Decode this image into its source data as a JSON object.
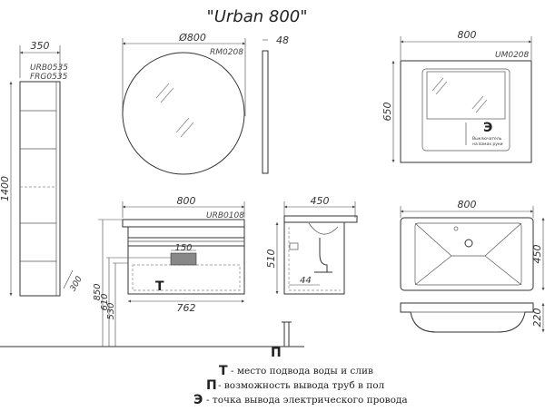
{
  "title": "\"Urban 800\"",
  "column": {
    "width": "350",
    "codes": [
      "URB0535",
      "FRG0535"
    ],
    "height": "1400",
    "depth": "300"
  },
  "round_mirror": {
    "diameter": "Ø800",
    "code": "RM0208",
    "thickness": "48"
  },
  "led_mirror": {
    "width": "800",
    "code": "UM0208",
    "height": "650",
    "switch_text": [
      "Выключатель",
      "на взмах руки"
    ]
  },
  "vanity": {
    "width": "800",
    "code": "URB0108",
    "inner_width": "762",
    "drawer_label": "150",
    "heights": [
      "850",
      "610",
      "530"
    ],
    "marker": "Т"
  },
  "side_view": {
    "depth": "450",
    "height": "510",
    "pipe_offset": "44"
  },
  "basin": {
    "width": "800",
    "depth": "450",
    "height": "220"
  },
  "floor_marker": "П",
  "legend": [
    {
      "symbol": "Т",
      "text": "- место подвода воды и слив"
    },
    {
      "symbol": "П",
      "text": "- возможность вывода труб в пол"
    },
    {
      "symbol": "Э",
      "text": "- точка вывода электрического провода"
    }
  ]
}
